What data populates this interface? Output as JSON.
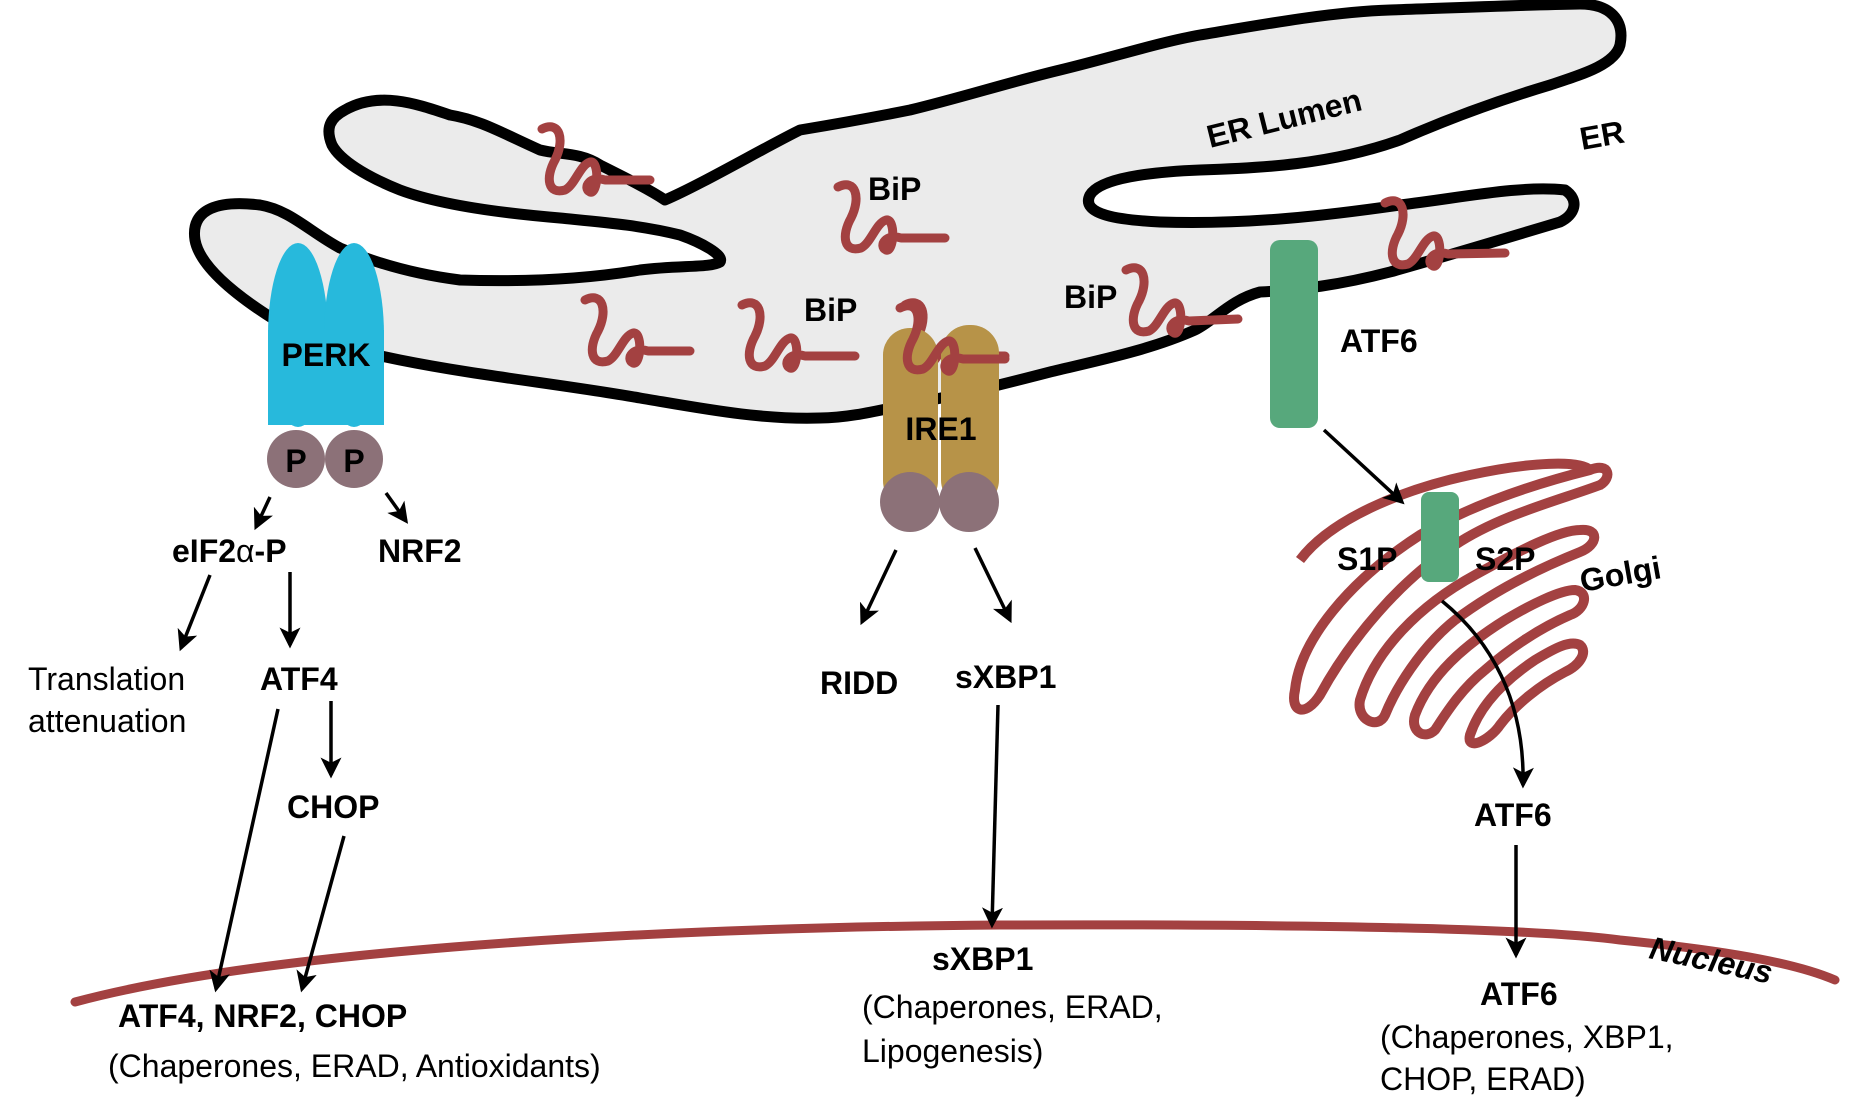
{
  "title": "ER stress / Unfolded Protein Response pathways",
  "colors": {
    "er_fill": "#ebebeb",
    "er_outline": "#000000",
    "unfolded_protein": "#a34141",
    "perk": "#27b9dc",
    "ire1": "#b79348",
    "kinase_domain": "#8c7178",
    "atf6": "#57a87c",
    "golgi": "#a34141",
    "nuclear_envelope": "#a34141"
  },
  "compartments": {
    "er_lumen": "ER Lumen",
    "er": "ER",
    "golgi": "Golgi",
    "nucleus": "Nucleus"
  },
  "chaperone_labels": [
    "BiP",
    "BiP",
    "BiP"
  ],
  "perk_branch": {
    "sensor": "PERK",
    "phospho": [
      "P",
      "P"
    ],
    "eif2a": "eIF2",
    "eif2a_alpha": "α",
    "eif2a_suffix": "-P",
    "nrf2": "NRF2",
    "translation_line1": "Translation",
    "translation_line2": "attenuation",
    "atf4": "ATF4",
    "chop": "CHOP",
    "nuclear_title": "ATF4, NRF2, CHOP",
    "nuclear_targets": "(Chaperones, ERAD, Antioxidants)"
  },
  "ire1_branch": {
    "sensor": "IRE1",
    "ridd": "RIDD",
    "sxbp1": "sXBP1",
    "nuclear_title": "sXBP1",
    "nuclear_targets_line1": "(Chaperones, ERAD,",
    "nuclear_targets_line2": "Lipogenesis)"
  },
  "atf6_branch": {
    "sensor": "ATF6",
    "s1p": "S1P",
    "s2p": "S2P",
    "cleaved": "ATF6",
    "nuclear_title": "ATF6",
    "nuclear_targets_line1": "(Chaperones, XBP1,",
    "nuclear_targets_line2": "CHOP, ERAD)"
  }
}
